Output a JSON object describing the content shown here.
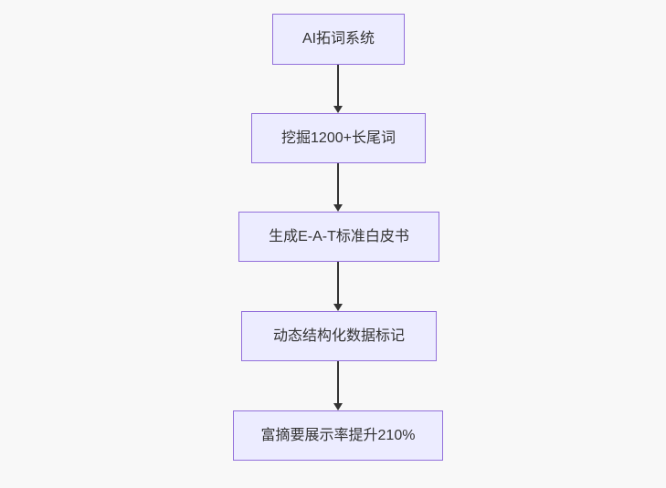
{
  "diagram": {
    "type": "flowchart",
    "direction": "top-to-bottom",
    "nodes": [
      {
        "label": "AI拓词系统"
      },
      {
        "label": "挖掘1200+长尾词"
      },
      {
        "label": "生成E-A-T标准白皮书"
      },
      {
        "label": "动态结构化数据标记"
      },
      {
        "label": "富摘要展示率提升210%"
      }
    ],
    "edges": [
      {
        "from": "AI拓词系统",
        "to": "挖掘1200+长尾词"
      },
      {
        "from": "挖掘1200+长尾词",
        "to": "生成E-A-T标准白皮书"
      },
      {
        "from": "生成E-A-T标准白皮书",
        "to": "动态结构化数据标记"
      },
      {
        "from": "动态结构化数据标记",
        "to": "富摘要展示率提升210%"
      }
    ],
    "colors": {
      "node_fill": "#ECECFF",
      "node_border": "#9370DB",
      "node_text": "#333333",
      "arrow": "#333333",
      "background": "#F8F8F8"
    }
  }
}
